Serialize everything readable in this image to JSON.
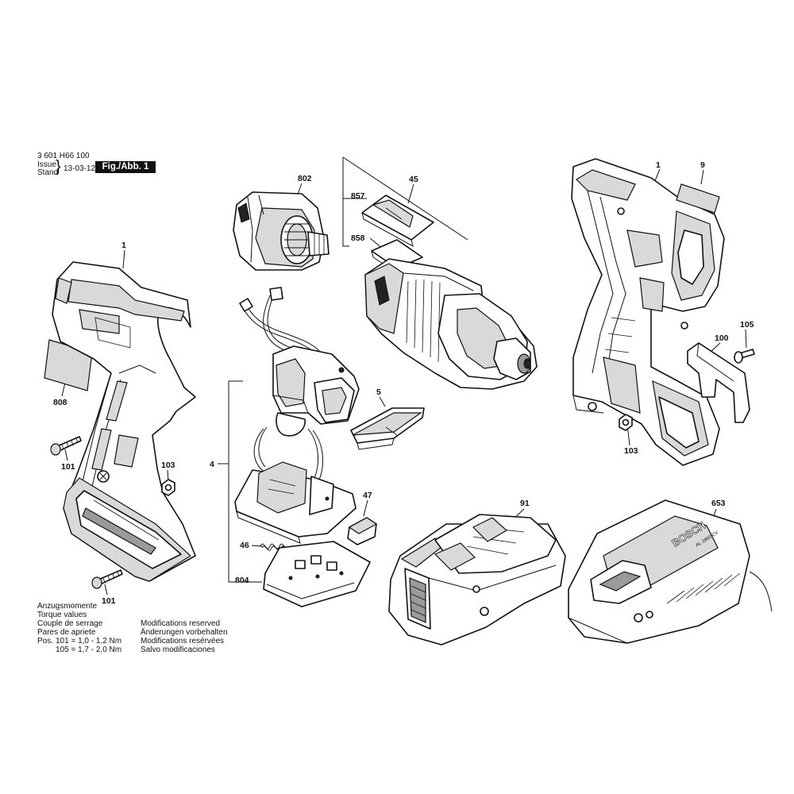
{
  "header": {
    "part_number": "3 601 H66 100",
    "issue_label": "Issue",
    "stand_label": "Stand",
    "issue_date": "13-03-12",
    "figure_label": "Fig./Abb. 1"
  },
  "torque": {
    "lines": [
      "Anzugsmomente",
      "Torque values",
      "Couple de serrage",
      "Pares de apriete"
    ],
    "pos_label": "Pos.",
    "row1": "101 = 1,0 - 1,2 Nm",
    "row2": "105 = 1,7 - 2,0 Nm"
  },
  "modifications": [
    "Modifications reserved",
    "Änderungen vorbehalten",
    "Modifications resérvées",
    "Salvo modificaciones"
  ],
  "callouts": {
    "c802": "802",
    "c45": "45",
    "c857": "857",
    "c858": "858",
    "c1_left": "1",
    "c808": "808",
    "c101_a": "101",
    "c101_b": "101",
    "c103_left": "103",
    "c4": "4",
    "c5": "5",
    "c47": "47",
    "c46": "46",
    "c804": "804",
    "c91": "91",
    "c653": "653",
    "c1_right": "1",
    "c9": "9",
    "c100": "100",
    "c105": "105",
    "c103_right": "103"
  },
  "charger_brand": "BOSCH",
  "charger_model": "AL 1860 CV",
  "colors": {
    "ink": "#111111",
    "shade": "#d9d9d9",
    "dark_shade": "#9a9a9a",
    "background": "#ffffff"
  }
}
